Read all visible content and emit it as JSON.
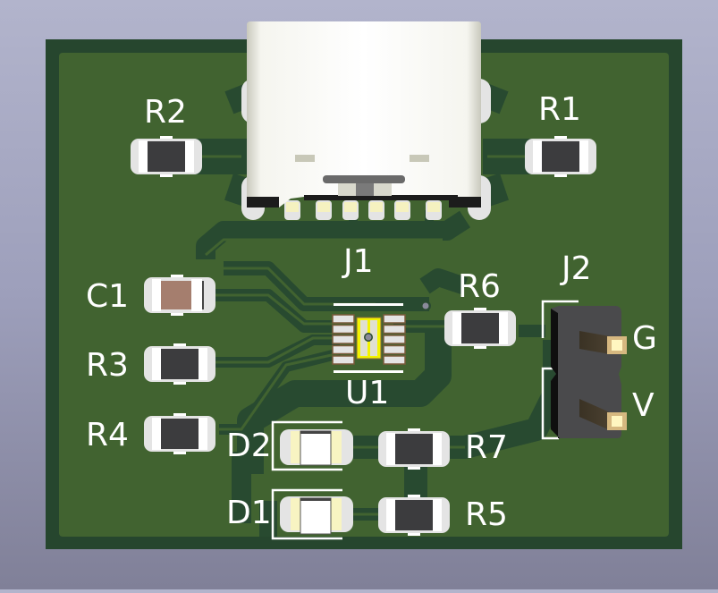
{
  "viewer": "3D PCB view",
  "board": {
    "colors": {
      "background_top": "#b2b4cc",
      "background_bottom": "#808098",
      "board_edge": "#26462e",
      "copper_fill": "#416330",
      "trace_dark": "#284a30",
      "silkscreen": "#ffffff",
      "pad": "#e4e4e4",
      "resistor_body": "#3c3c3e",
      "capacitor_body": "#a57e6e",
      "gold": "#f5f1c0",
      "highlight_pad": "#f3f300",
      "header_body": "#4a4a4c"
    }
  },
  "components": {
    "R1": {
      "ref": "R1",
      "type": "resistor"
    },
    "R2": {
      "ref": "R2",
      "type": "resistor"
    },
    "R3": {
      "ref": "R3",
      "type": "resistor"
    },
    "R4": {
      "ref": "R4",
      "type": "resistor"
    },
    "R5": {
      "ref": "R5",
      "type": "resistor"
    },
    "R6": {
      "ref": "R6",
      "type": "resistor"
    },
    "R7": {
      "ref": "R7",
      "type": "resistor"
    },
    "C1": {
      "ref": "C1",
      "type": "capacitor"
    },
    "D1": {
      "ref": "D1",
      "type": "led"
    },
    "D2": {
      "ref": "D2",
      "type": "led"
    },
    "J1": {
      "ref": "J1",
      "type": "usb-c-connector"
    },
    "J2": {
      "ref": "J2",
      "type": "pin-header",
      "pins": [
        "G",
        "V"
      ]
    },
    "U1": {
      "ref": "U1",
      "type": "ic-dfn10"
    }
  }
}
